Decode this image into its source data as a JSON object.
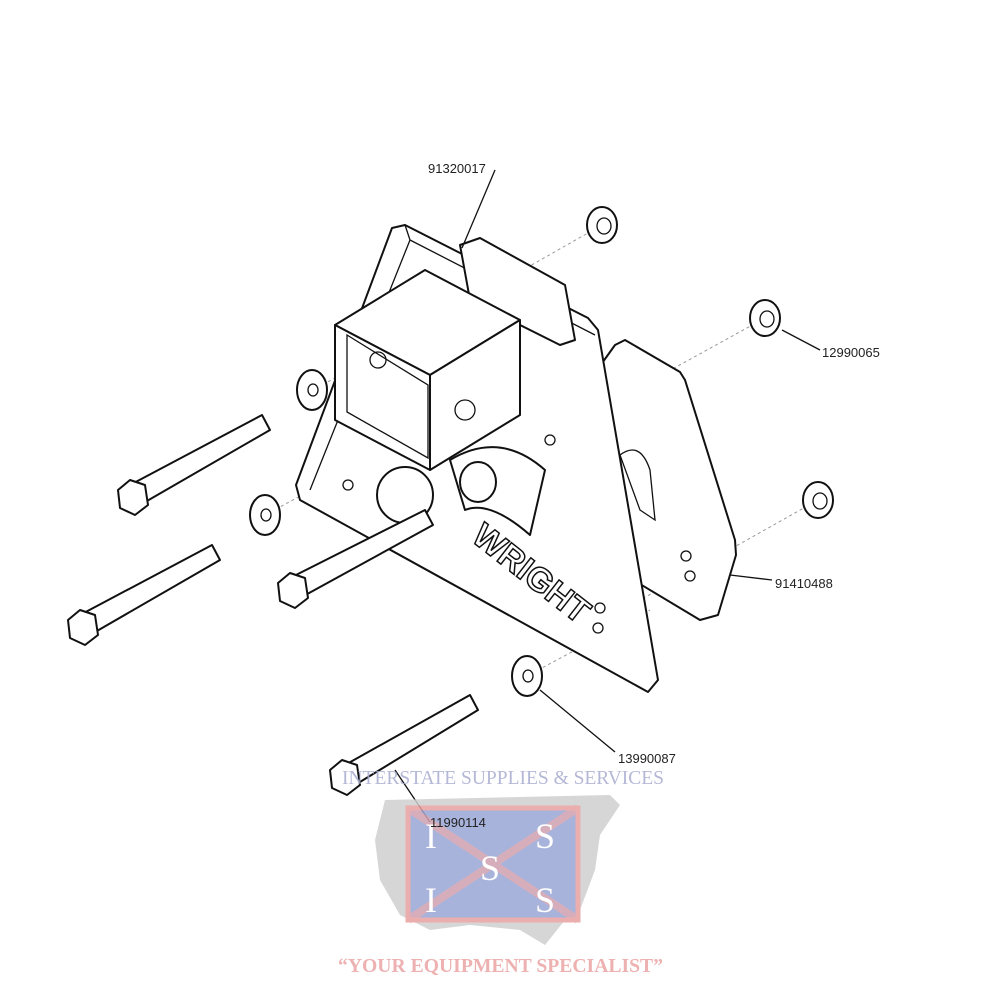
{
  "diagram": {
    "part_labels": {
      "receiver": "91320017",
      "nut": "12990065",
      "bracket": "91410488",
      "washer": "13990087",
      "bolt": "11990114"
    },
    "brand_logo_text": "WRIGHT"
  },
  "watermark": {
    "company_name": "INTERSTATE SUPPLIES & SERVICES",
    "logo_letters": [
      "I",
      "S",
      "S",
      "I",
      "S",
      "S"
    ],
    "slogan": "“YOUR EQUIPMENT SPECIALIST”",
    "colors": {
      "red": "#e8a0a0",
      "blue": "#9aa6d6",
      "map_gray": "#c8c8c8"
    }
  }
}
